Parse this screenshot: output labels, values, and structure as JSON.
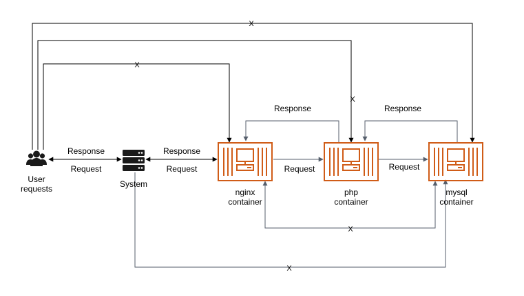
{
  "nodes": {
    "user": {
      "line1": "User",
      "line2": "requests"
    },
    "system": {
      "label": "System"
    },
    "nginx": {
      "line1": "nginx",
      "line2": "container"
    },
    "php": {
      "line1": "php",
      "line2": "container"
    },
    "mysql": {
      "line1": "mysql",
      "line2": "container"
    }
  },
  "edges": {
    "user_system_response": "Response",
    "user_system_request": "Request",
    "system_nginx_response": "Response",
    "system_nginx_request": "Request",
    "nginx_php_request": "Request",
    "php_nginx_response": "Response",
    "php_mysql_request": "Request",
    "mysql_php_response": "Response",
    "blocked_marker": "X"
  },
  "colors": {
    "container_orange": "#d05c17",
    "line_dark": "#000000",
    "line_gray": "#555e6b",
    "server_icon": "#1a1a1a"
  },
  "icons": {
    "user": "users-icon",
    "system": "server-icon",
    "container": "container-icon"
  }
}
